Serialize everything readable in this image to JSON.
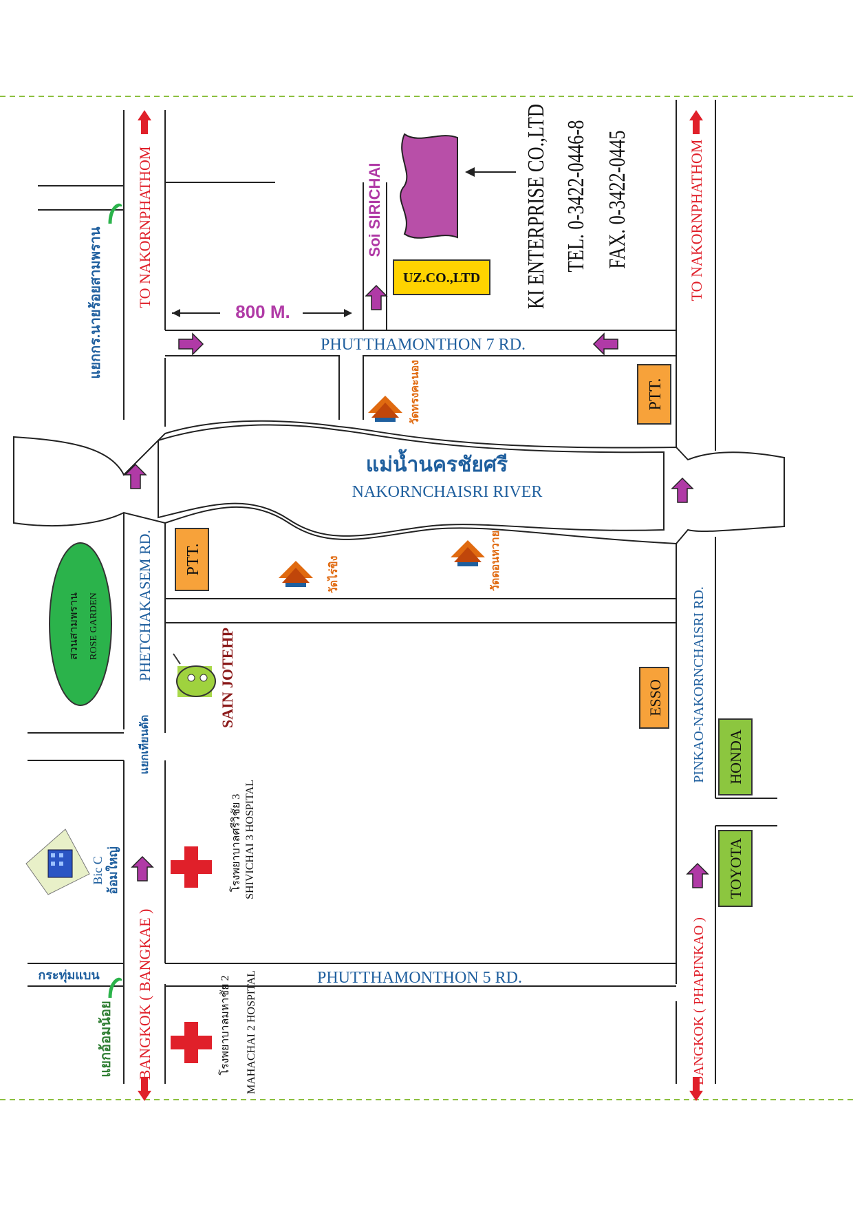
{
  "roads": {
    "phutthamonthon7": "PHUTTHAMONTHON 7 RD.",
    "phutthamonthon5": "PHUTTHAMONTHON 5 RD.",
    "phetchakasem": "PHETCHAKASEM RD.",
    "pinkao": "PINKAO-NAKORNCHAISRI  RD.",
    "soi": "Soi SIRICHAI"
  },
  "directions": {
    "to_nakornphathom_left": "TO NAKORNPHATHOM",
    "to_nakornphathom_right": "TO NAKORNPHATHOM",
    "bangkok_bangkae": "BANGKOK ( BANGKAE )",
    "bangkok_phapinkao": "BANGKOK  ( PHAPINKAO )"
  },
  "distance": "800  M.",
  "river": {
    "thai": "แม่น้ำนครชัยศรี",
    "english": "NAKORNCHAISRI RIVER"
  },
  "company": {
    "name": "KI ENTERPRISE CO.,LTD",
    "tel": "TEL. 0-3422-0446-8",
    "fax": "FAX. 0-3422-0445",
    "neighbor": "UZ.CO.,LTD"
  },
  "landmarks": {
    "ptt_top": "PTT.",
    "ptt_bottom": "PTT.",
    "esso": "ESSO",
    "honda": "HONDA",
    "toyota": "TOYOTA",
    "sain_jotehp": "SAIN JOTEHP",
    "rose_garden_thai": "สวนสามพราน",
    "rose_garden": "ROSE GARDEN",
    "bigc_name": "Bic C",
    "bigc_thai": "อ้อมใหญ่",
    "hospital3_thai": "โรงพยาบาลศรีวิชัย 3",
    "hospital3": "SHIVICHAI 3 HOSPITAL",
    "hospital2_thai": "โรงพยาบาลมหาชัย 2",
    "hospital2": "MAHACHAI 2 HOSPITAL",
    "temple1": "วัดทรงคะนอง",
    "temple2": "วัดไร่ขิง",
    "temple3": "วัดดอนหวาย"
  },
  "intersections": {
    "nai_roi": "แยกกร.นายร้อยสามพราน",
    "thian_dat": "แยกเทียนดัด",
    "krathum_baen": "กระทุ่มแบน",
    "om_noi": "แยกอ้อมน้อย"
  },
  "colors": {
    "road_label": "#1f5f9e",
    "direction_label": "#e0202a",
    "arrow": "#b03aa6",
    "company_building": "#b84fa8",
    "station_box": "#f7a23a",
    "dealer_box": "#8cc63f",
    "border_dash": "#8cbf3f"
  }
}
